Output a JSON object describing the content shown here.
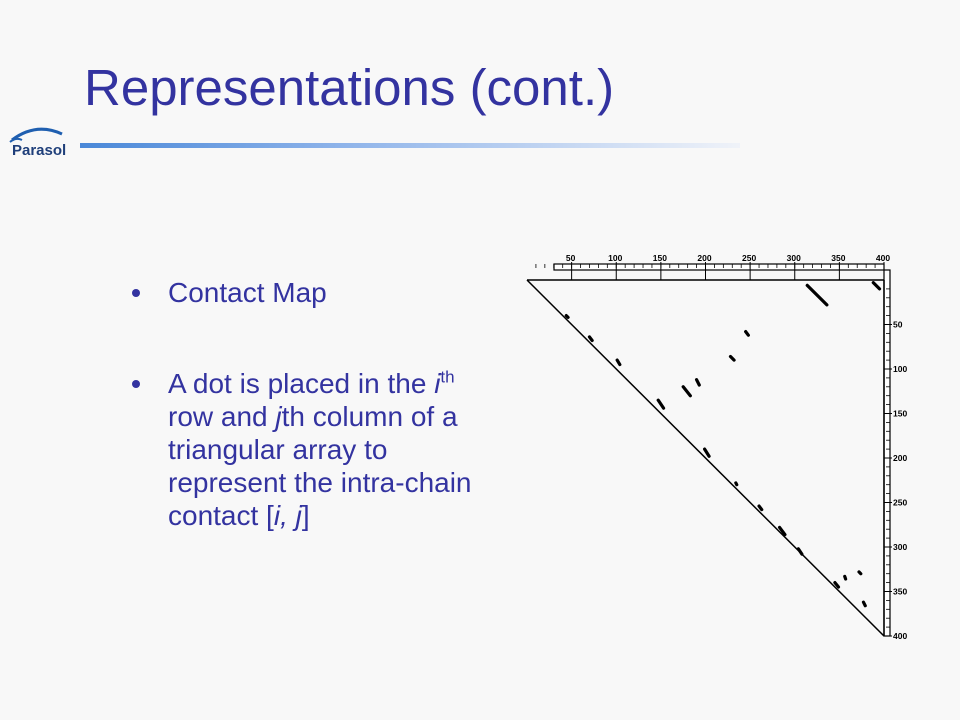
{
  "slide": {
    "title": "Representations (cont.)",
    "logo_text": "Parasol",
    "bullets": [
      {
        "text": "Contact Map"
      },
      {
        "parts": [
          "A dot is placed in the ",
          "i",
          "th",
          " row and ",
          "j",
          "th column of a triangular array to represent the intra-chain contact [",
          "i, j",
          "]"
        ]
      }
    ]
  },
  "colors": {
    "title": "#3333a0",
    "rule": "#4a88d8",
    "background": "#f8f8f8",
    "logo": "#1f5fb0"
  },
  "chart_data": {
    "type": "scatter",
    "x_ticks": [
      50,
      100,
      150,
      200,
      250,
      300,
      350,
      400
    ],
    "y_ticks": [
      50,
      100,
      150,
      200,
      250,
      300,
      350,
      400
    ],
    "xlim": [
      0,
      400
    ],
    "ylim": [
      0,
      400
    ],
    "segments": [
      {
        "i1": 40,
        "j1": 44,
        "i2": 42,
        "j2": 46
      },
      {
        "i1": 64,
        "j1": 70,
        "i2": 68,
        "j2": 73
      },
      {
        "i1": 90,
        "j1": 101,
        "i2": 95,
        "j2": 104
      },
      {
        "i1": 135,
        "j1": 147,
        "i2": 144,
        "j2": 153
      },
      {
        "i1": 120,
        "j1": 175,
        "i2": 130,
        "j2": 183
      },
      {
        "i1": 112,
        "j1": 190,
        "i2": 118,
        "j2": 193
      },
      {
        "i1": 86,
        "j1": 228,
        "i2": 90,
        "j2": 232
      },
      {
        "i1": 58,
        "j1": 245,
        "i2": 62,
        "j2": 248
      },
      {
        "i1": 190,
        "j1": 199,
        "i2": 198,
        "j2": 204
      },
      {
        "i1": 228,
        "j1": 234,
        "i2": 230,
        "j2": 235
      },
      {
        "i1": 254,
        "j1": 260,
        "i2": 258,
        "j2": 263
      },
      {
        "i1": 278,
        "j1": 283,
        "i2": 286,
        "j2": 289
      },
      {
        "i1": 302,
        "j1": 304,
        "i2": 308,
        "j2": 308
      },
      {
        "i1": 6,
        "j1": 314,
        "i2": 28,
        "j2": 336
      },
      {
        "i1": 340,
        "j1": 345,
        "i2": 345,
        "j2": 349
      },
      {
        "i1": 333,
        "j1": 356,
        "i2": 336,
        "j2": 357
      },
      {
        "i1": 328,
        "j1": 372,
        "i2": 330,
        "j2": 374
      },
      {
        "i1": 362,
        "j1": 377,
        "i2": 366,
        "j2": 379
      },
      {
        "i1": 3,
        "j1": 388,
        "i2": 10,
        "j2": 395
      }
    ]
  }
}
